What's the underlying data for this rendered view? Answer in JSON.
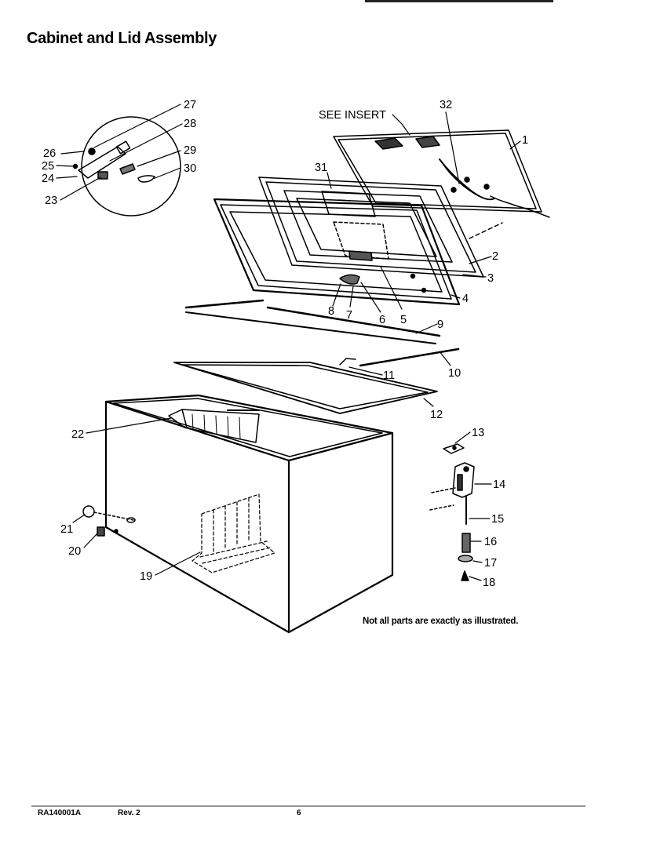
{
  "page": {
    "title": "Cabinet and Lid Assembly",
    "note": "Not all parts are exactly as illustrated.",
    "footer": {
      "doc_id": "RA140001A",
      "rev": "Rev. 2",
      "page_number": "6"
    }
  },
  "callouts": {
    "see_insert": "SEE INSERT",
    "n1": "1",
    "n2": "2",
    "n3": "3",
    "n4": "4",
    "n5": "5",
    "n6": "6",
    "n7": "7",
    "n8": "8",
    "n9": "9",
    "n10": "10",
    "n11": "11",
    "n12": "12",
    "n13": "13",
    "n14": "14",
    "n15": "15",
    "n16": "16",
    "n17": "17",
    "n18": "18",
    "n19": "19",
    "n20": "20",
    "n21": "21",
    "n22": "22",
    "n23": "23",
    "n24": "24",
    "n25": "25",
    "n26": "26",
    "n27": "27",
    "n28": "28",
    "n29": "29",
    "n30": "30",
    "n31": "31",
    "n32": "32"
  }
}
